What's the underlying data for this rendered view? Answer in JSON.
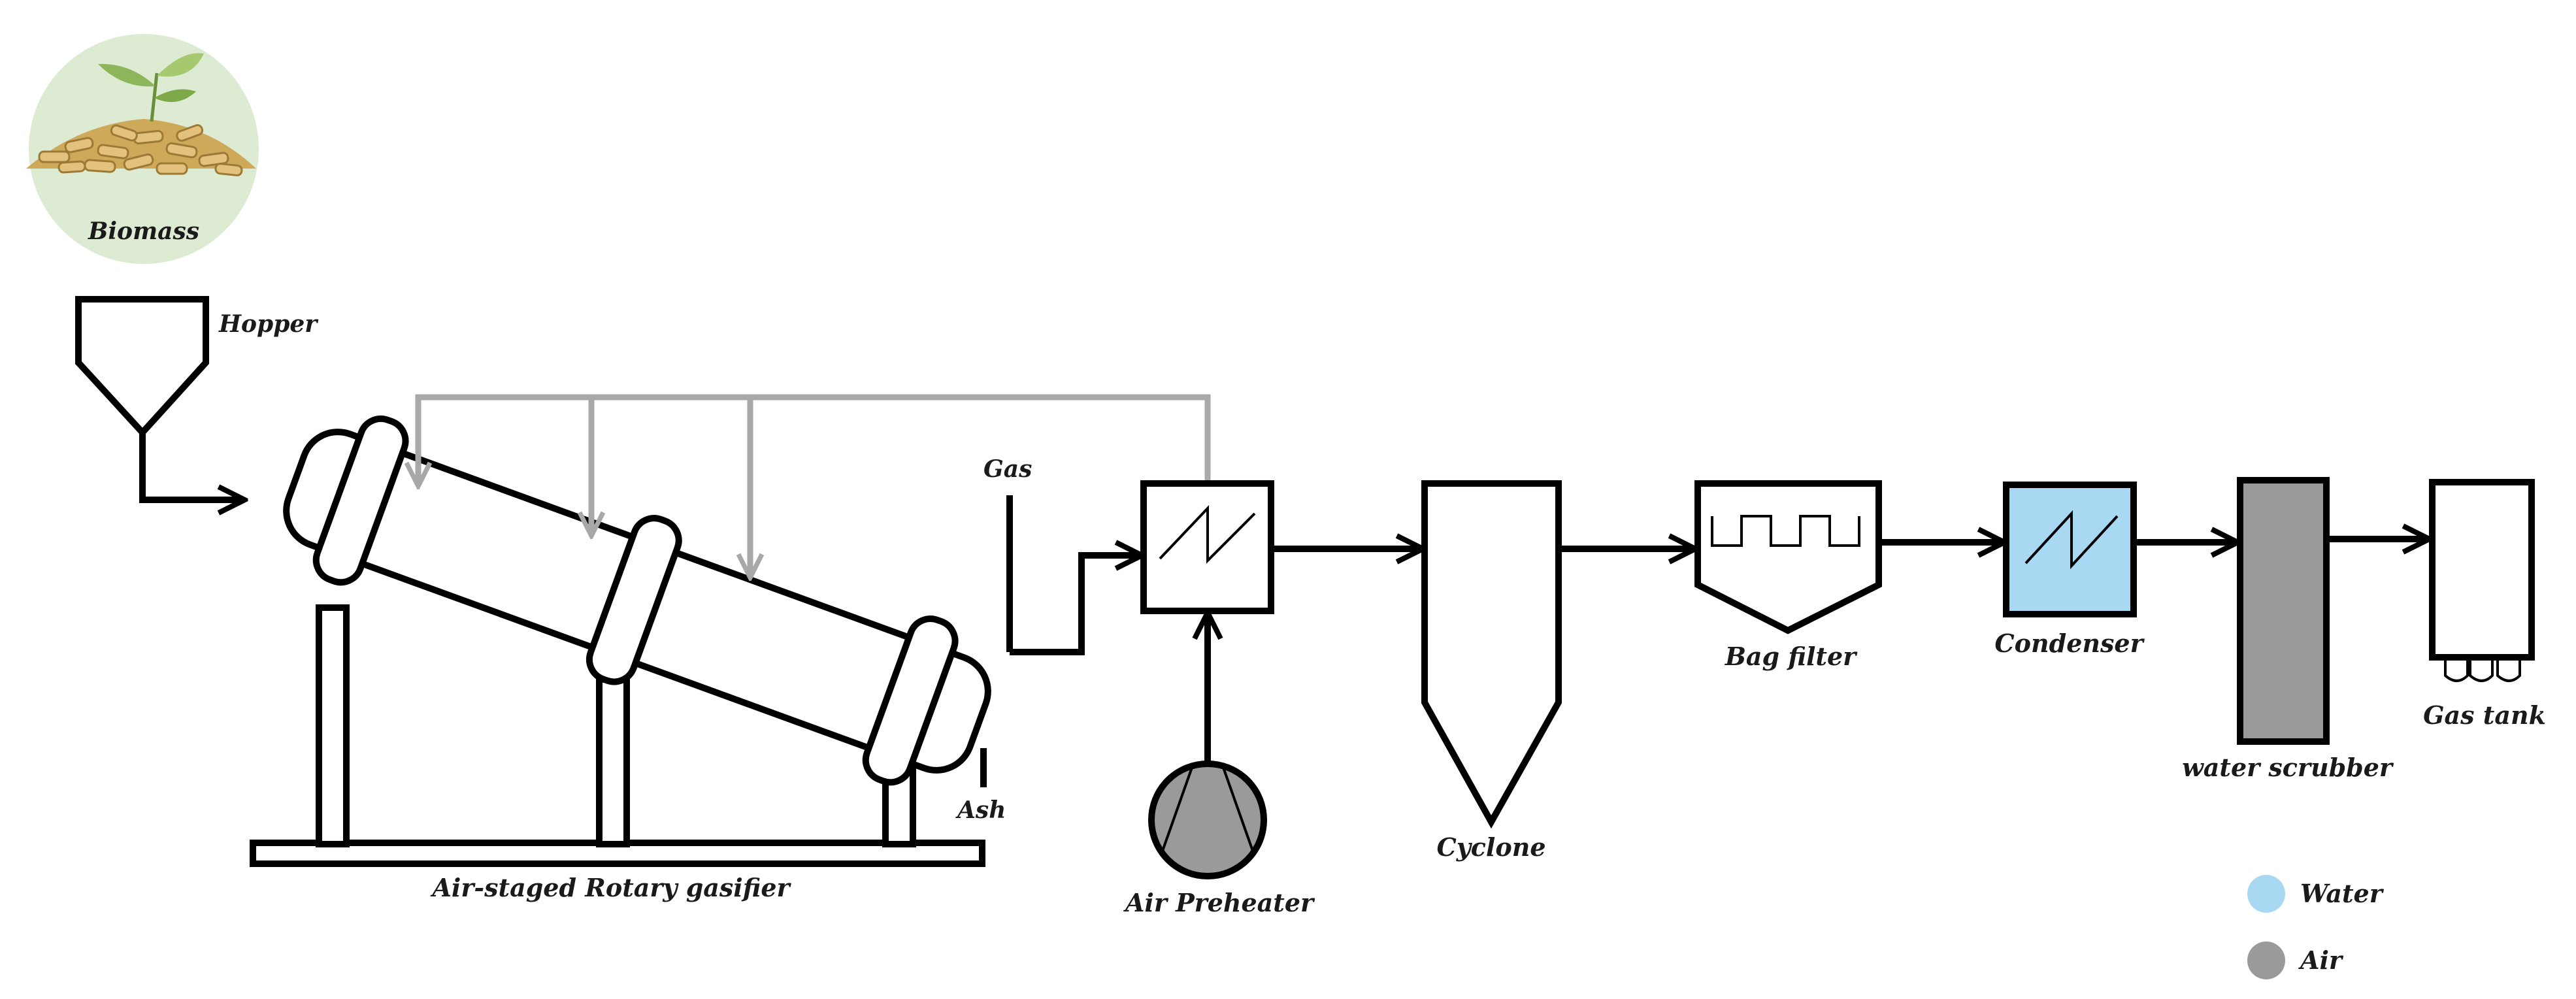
{
  "labels": {
    "biomass": "Biomass",
    "hopper": "Hopper",
    "gasifier": "Air-staged Rotary gasifier",
    "gas": "Gas",
    "ash": "Ash",
    "air_preheater": "Air Preheater",
    "cyclone": "Cyclone",
    "bag_filter": "Bag filter",
    "condenser": "Condenser",
    "water_scrubber": "water scrubber",
    "gas_tank": "Gas tank"
  },
  "legend": {
    "items": [
      {
        "label": "Water",
        "color": "#a9d8f2"
      },
      {
        "label": "Air",
        "color": "#9a9a9a"
      }
    ]
  },
  "colors": {
    "water": "#a9d8f2",
    "air": "#9a9a9a",
    "air_lines": "#a8a8a8",
    "biomass_circle": "#dcebd2",
    "line": "#000000"
  }
}
